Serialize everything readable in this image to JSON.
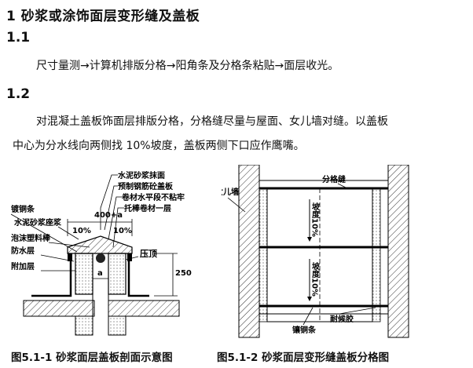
{
  "heading": {
    "number": "1",
    "title": "砂浆或涂饰面层变形缝及盖板"
  },
  "section_1_1": {
    "number": "1.1",
    "text": "尺寸量测→计算机排版分格→阳角条及分格条粘贴→面层收光。"
  },
  "section_1_2": {
    "number": "1.2",
    "line1": "对混凝土盖板饰面层排版分格，分格缝尽量与屋面、女儿墙对缝。以盖板",
    "line2": "中心为分水线向两侧找  10%坡度，盖板两侧下口应作鹰嘴。"
  },
  "figure_left": {
    "labels": {
      "mortar_surface": "水泥砂浆抹面",
      "precast_slab": "预制钢筋砼盖板",
      "membrane_level": "卷材水平段不粘牢",
      "support_rod": "托棒卷材一层",
      "copper_strip": "镀铜条",
      "mortar_bed": "水泥砂浆座浆",
      "foam_rod": "泡沫塑料棒",
      "waterproof": "防水层",
      "additional": "附加层",
      "pressing": "压顶",
      "dim_top": "400+a",
      "slope_left": "10%",
      "slope_right": "10%",
      "dim_a": "a",
      "dim_250": "250"
    }
  },
  "figure_right": {
    "labels": {
      "parapet": "女儿墙",
      "joint": "分格缝",
      "slope_top": "坡度10%",
      "slope_bottom": "坡度10%",
      "copper_strip": "镶铜条",
      "sealant": "耐候胶"
    }
  },
  "captions": {
    "left": "图5.1-1    砂浆面层盖板剖面示意图",
    "right": "图5.1-2    砂浆面层变形缝盖板分格图"
  }
}
